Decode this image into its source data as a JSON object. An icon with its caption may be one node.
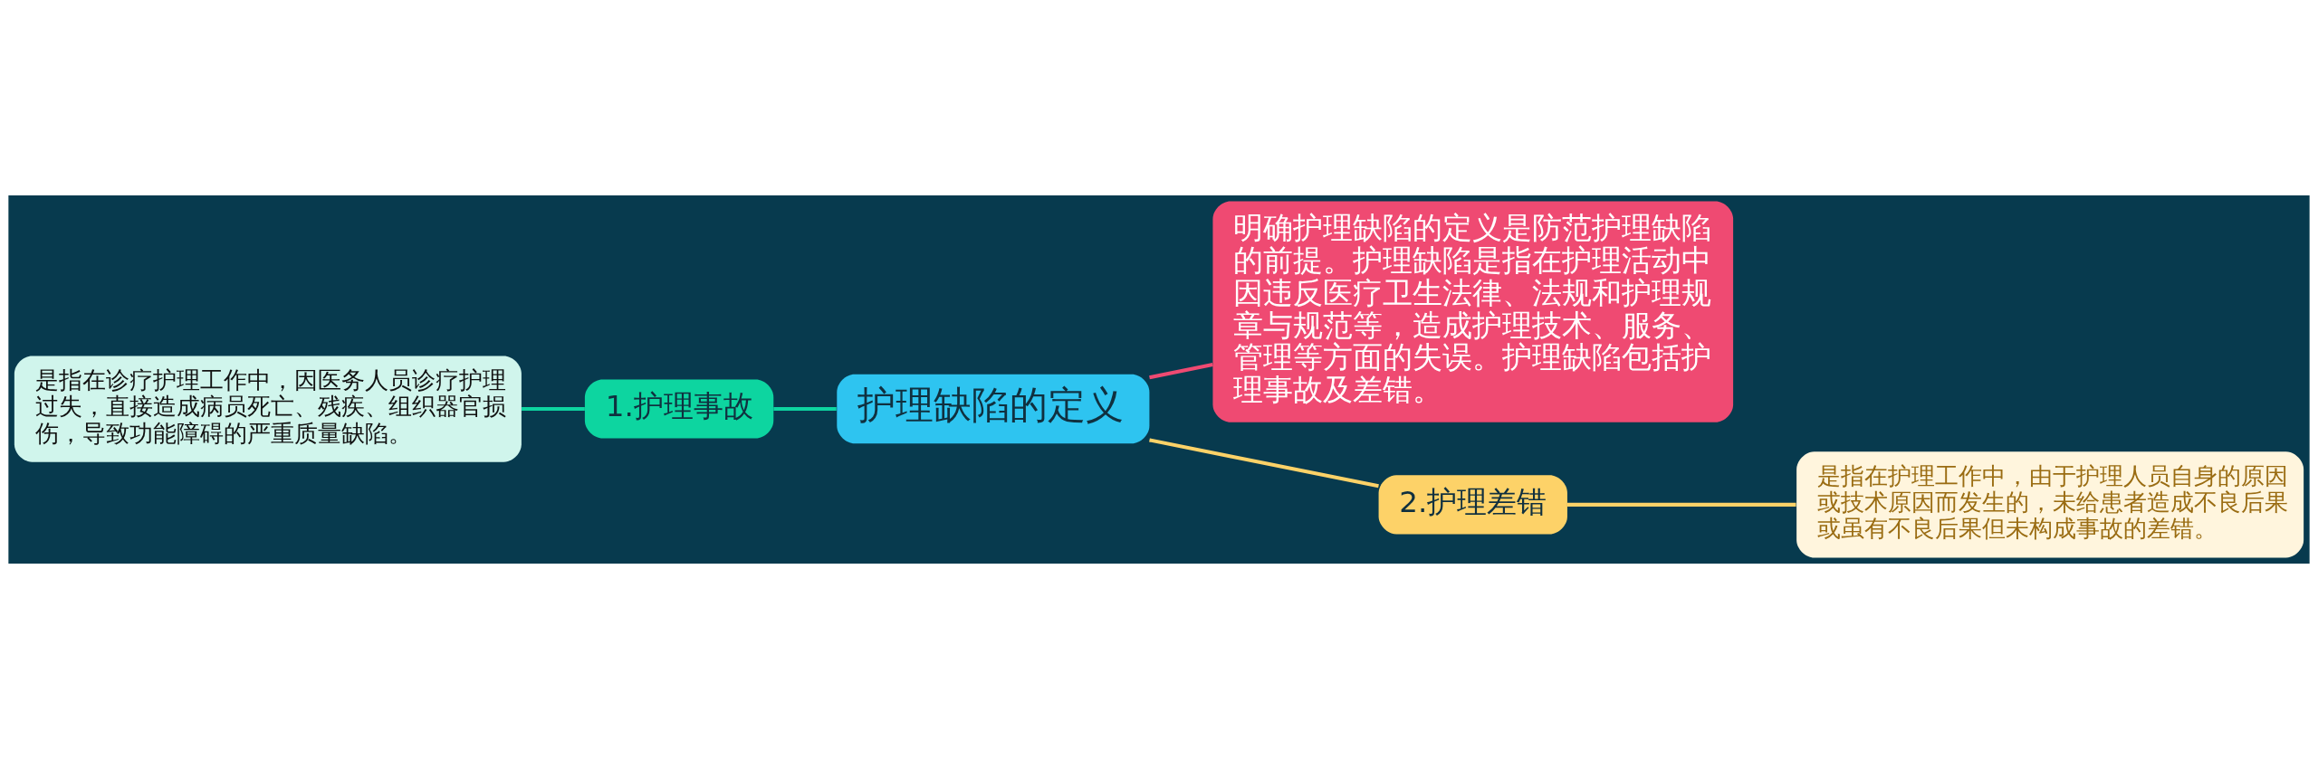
{
  "diagram": {
    "nodes": [
      {
        "text": [
          "护理缺陷的定义"
        ]
      },
      {
        "text": [
          "1.护理事故"
        ]
      },
      {
        "text": [
          "是指在诊疗护理工作中，因医务人员诊疗护理过失，直接造成病员死亡、残疾、组织器官损伤，导致功能障碍的严重质量缺陷。"
        ]
      },
      {
        "text": [
          "明确护理缺陷的定义是防范护理缺陷的前提。护理缺陷是指在护理活动中因违反医疗卫生法律、法规和护理规章与规范等，造成护理技术、服务、管理等方面的失误。护理缺陷包括护理事故及差错。"
        ]
      },
      {
        "text": [
          "2.护理差错"
        ]
      },
      {
        "text": [
          "是指在护理工作中，由于护理人员自身的原因或技术原因而发生的，未给患者造成不良后果或虽有不良后果但未构成事故的差错。"
        ]
      }
    ],
    "edges": [
      {
        "from": 0,
        "to": 1,
        "arrow": "none",
        "color": "#0dd5a0"
      },
      {
        "from": 1,
        "to": 2,
        "arrow": "none",
        "color": "#0dd5a0"
      },
      {
        "from": 0,
        "to": 3,
        "arrow": "none",
        "color": "#ef4a72"
      },
      {
        "from": 0,
        "to": 4,
        "arrow": "none",
        "color": "#fdd268"
      },
      {
        "from": 4,
        "to": 5,
        "arrow": "none",
        "color": "#fdd268"
      }
    ]
  }
}
